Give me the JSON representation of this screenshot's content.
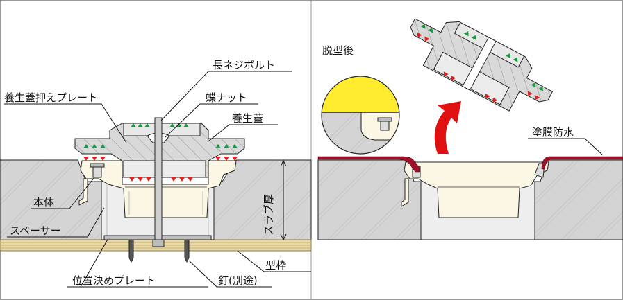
{
  "labels": {
    "long_bolt": "長ネジボルト",
    "press_plate": "養生蓋押えプレート",
    "wing_nut": "蝶ナット",
    "cover": "養生蓋",
    "body": "本体",
    "spacer": "スペーサー",
    "slab_thickness": "スラブ厚",
    "formwork": "型枠",
    "positioning_plate": "位置決めプレート",
    "nail": "釘(別途)",
    "after_demold": "脱型後",
    "waterproofing": "塗膜防水"
  },
  "colors": {
    "concrete": "#d4d4d4",
    "body_fill": "#fbf7e4",
    "formwork": "#e9d9a4",
    "arrow_red": "#e01010",
    "membrane": "#a01028",
    "detail_yellow": "#ffec2e",
    "tri_green": "#1a9a40",
    "tri_red": "#e02020"
  }
}
